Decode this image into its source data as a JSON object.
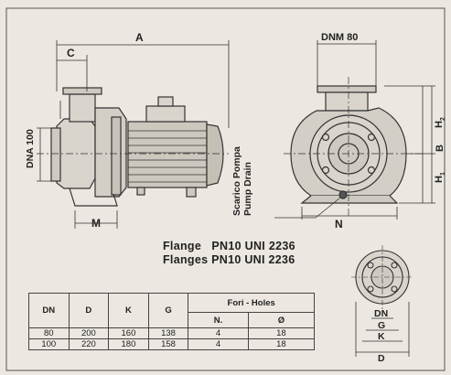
{
  "dimensions": {
    "A": "A",
    "C": "C",
    "DNM": "DNM 80",
    "DNA": "DNA 100",
    "M": "M",
    "N": "N",
    "H2": "H",
    "H2_sub": "2",
    "H1": "H",
    "H1_sub": "1",
    "B": "B",
    "DN": "DN",
    "G": "G",
    "K": "K",
    "D": "D"
  },
  "drain": {
    "italian": "Scarico Pompa",
    "english": "Pump Drain"
  },
  "flange_note": {
    "line1": "Flange   PN10 UNI 2236",
    "line2": "Flanges PN10 UNI 2236"
  },
  "table": {
    "headers": [
      "DN",
      "D",
      "K",
      "G"
    ],
    "holes_header": "Fori - Holes",
    "holes_sub": [
      "N.",
      "Ø"
    ],
    "rows": [
      [
        "80",
        "200",
        "160",
        "138",
        "4",
        "18"
      ],
      [
        "100",
        "220",
        "180",
        "158",
        "4",
        "18"
      ]
    ]
  }
}
